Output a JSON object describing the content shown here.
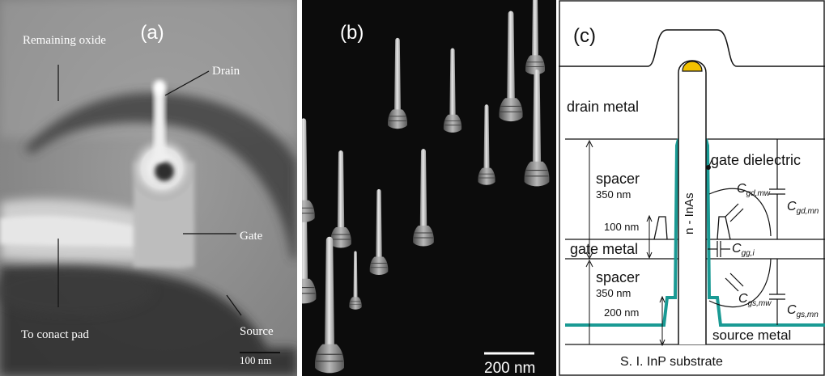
{
  "panel_a": {
    "tag": "(a)",
    "labels": {
      "remaining_oxide": "Remaining oxide",
      "drain": "Drain",
      "gate": "Gate",
      "to_contact_pad": "To conact pad",
      "source": "Source"
    },
    "scale_bar": "100 nm"
  },
  "panel_b": {
    "tag": "(b)",
    "scale_bar": "200 nm"
  },
  "panel_c": {
    "tag": "(c)",
    "labels": {
      "drain_metal": "drain metal",
      "gate_dielectric": "gate dielectric",
      "spacer_top": "spacer",
      "spacer_top_thickness": "350 nm",
      "gate_recess": "100 nm",
      "channel": "n - InAs",
      "gate_metal": "gate metal",
      "spacer_bottom": "spacer",
      "spacer_bottom_thickness": "350 nm",
      "source_recess": "200 nm",
      "source_metal": "source metal",
      "substrate": "S. I. InP substrate"
    },
    "capacitances": {
      "cgd_mw": "C",
      "cgd_mw_sub": "gd,mw",
      "cgd_mn": "C",
      "cgd_mn_sub": "gd,mn",
      "cgg_i": "C",
      "cgg_i_sub": "gg,i",
      "cgs_mw": "C",
      "cgs_mw_sub": "gs,mw",
      "cgs_mn": "C",
      "cgs_mn_sub": "gs,mn"
    },
    "colors": {
      "dielectric": "#1a9a94",
      "contact": "#f2c200"
    }
  }
}
